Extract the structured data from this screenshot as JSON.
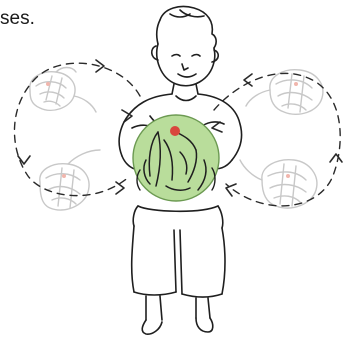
{
  "caption": {
    "text": "ses."
  },
  "colors": {
    "line": "#1f1f1f",
    "ghost": "#c8c8c8",
    "ghost_accent": "#f1b6ad",
    "bowl_fill": "#b9dd9b",
    "bowl_stroke": "#6c9a52",
    "marker": "#d9473d",
    "cycle": "#2a2a2a"
  },
  "icons": [
    "child-figure",
    "mixing-bowl",
    "cycle-arrow",
    "ghost-hand"
  ]
}
